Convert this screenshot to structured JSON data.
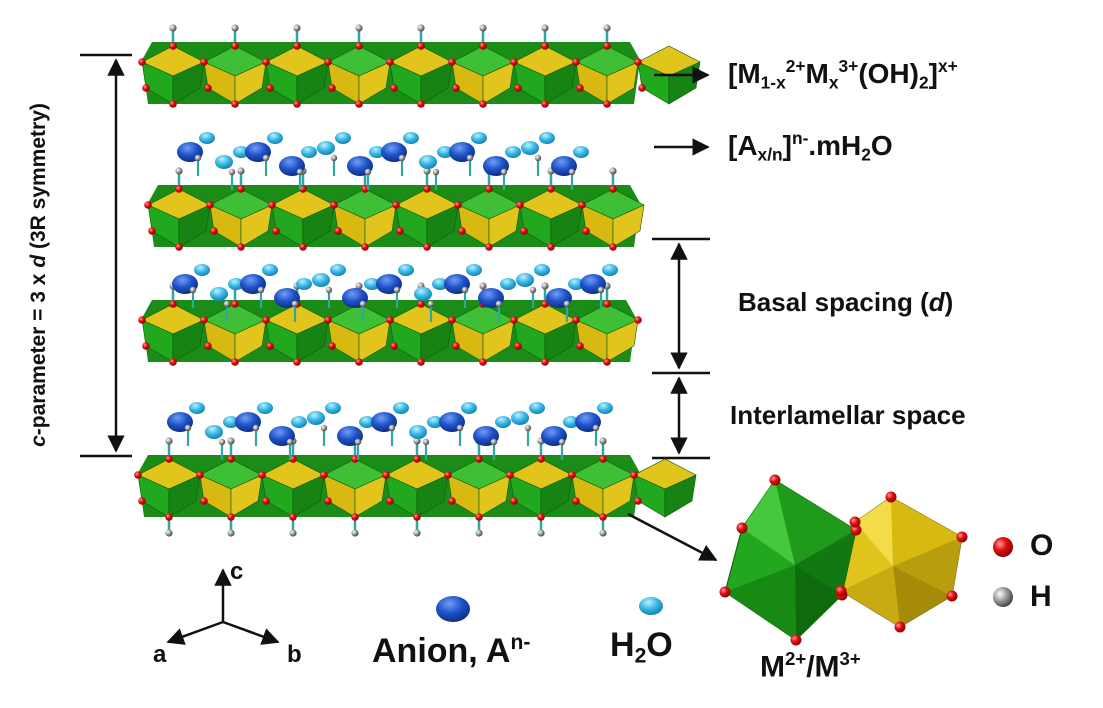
{
  "layers": {
    "hydroxide_formula": {
      "p1": "[M",
      "s1": "1-x",
      "p2": "",
      "sp2": "2+",
      "p3": "M",
      "s3": "x",
      "sp3": "3+",
      "p4": "(OH)",
      "s4": "2",
      "p5": "]",
      "sp5": "x+"
    },
    "interlayer_formula": {
      "p1": "[A",
      "s1": "x/n",
      "p2": "]",
      "sp2": "n-",
      "p3": ".mH",
      "s3": "2",
      "p4": "O"
    },
    "basal_spacing": {
      "text": "Basal spacing (",
      "var": "d",
      "end": ")"
    },
    "interlamellar": "Interlamellar space",
    "c_parameter": {
      "var": "c",
      "text": "-parameter = 3 x ",
      "var2": "d",
      "end": " (3R symmetry)"
    }
  },
  "legend": {
    "anion": {
      "text": "Anion, A",
      "sup": "n-"
    },
    "water": {
      "p1": "H",
      "s1": "2",
      "p2": "O"
    },
    "oxygen": "O",
    "hydrogen": "H",
    "octahedra": {
      "p1": "M",
      "sp1": "2+",
      "p2": "/M",
      "sp2": "3+"
    }
  },
  "axes": {
    "c": "c",
    "a": "a",
    "b": "b"
  },
  "colors": {
    "green": "#22a81e",
    "yellow": "#e2c51c",
    "anion": "#1f52c8",
    "water": "#35b7e6",
    "oxygen": "#e01010",
    "hydrogen": "#8a8a8a",
    "bond": "#2ea7a0"
  }
}
